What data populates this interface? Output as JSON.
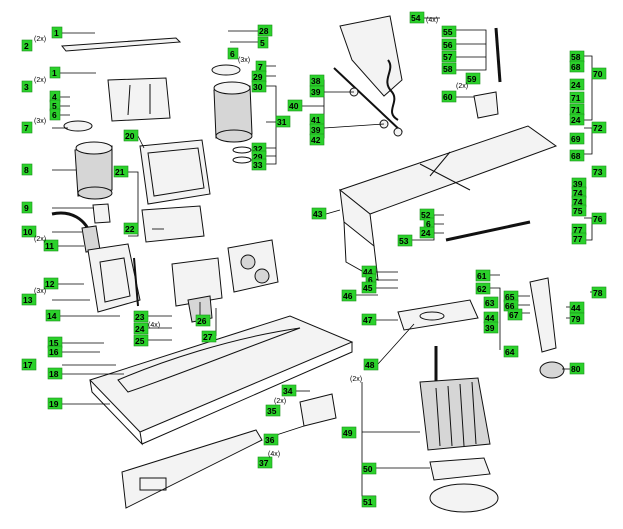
{
  "labels": [
    {
      "id": "1a",
      "text": "1"
    },
    {
      "id": "2",
      "text": "2"
    },
    {
      "id": "1b",
      "text": "1"
    },
    {
      "id": "3",
      "text": "3"
    },
    {
      "id": "4",
      "text": "4"
    },
    {
      "id": "5",
      "text": "5"
    },
    {
      "id": "6",
      "text": "6"
    },
    {
      "id": "7",
      "text": "7"
    },
    {
      "id": "8",
      "text": "8"
    },
    {
      "id": "9",
      "text": "9"
    },
    {
      "id": "10",
      "text": "10"
    },
    {
      "id": "11",
      "text": "11"
    },
    {
      "id": "12",
      "text": "12"
    },
    {
      "id": "13",
      "text": "13"
    },
    {
      "id": "14",
      "text": "14"
    },
    {
      "id": "15",
      "text": "15"
    },
    {
      "id": "16",
      "text": "16"
    },
    {
      "id": "17",
      "text": "17"
    },
    {
      "id": "18",
      "text": "18"
    },
    {
      "id": "19",
      "text": "19"
    },
    {
      "id": "20",
      "text": "20"
    },
    {
      "id": "21",
      "text": "21"
    },
    {
      "id": "22",
      "text": "22"
    },
    {
      "id": "23",
      "text": "23"
    },
    {
      "id": "24a",
      "text": "24"
    },
    {
      "id": "25",
      "text": "25"
    },
    {
      "id": "26",
      "text": "26"
    },
    {
      "id": "27",
      "text": "27"
    },
    {
      "id": "28",
      "text": "28"
    },
    {
      "id": "5b",
      "text": "5"
    },
    {
      "id": "6b",
      "text": "6"
    },
    {
      "id": "7b",
      "text": "7"
    },
    {
      "id": "29a",
      "text": "29"
    },
    {
      "id": "30",
      "text": "30"
    },
    {
      "id": "31",
      "text": "31"
    },
    {
      "id": "32",
      "text": "32"
    },
    {
      "id": "29b",
      "text": "29"
    },
    {
      "id": "33",
      "text": "33"
    },
    {
      "id": "34",
      "text": "34"
    },
    {
      "id": "35",
      "text": "35"
    },
    {
      "id": "36",
      "text": "36"
    },
    {
      "id": "37",
      "text": "37"
    },
    {
      "id": "38",
      "text": "38"
    },
    {
      "id": "39a",
      "text": "39"
    },
    {
      "id": "40",
      "text": "40"
    },
    {
      "id": "41",
      "text": "41"
    },
    {
      "id": "39b",
      "text": "39"
    },
    {
      "id": "42",
      "text": "42"
    },
    {
      "id": "43",
      "text": "43"
    },
    {
      "id": "44a",
      "text": "44"
    },
    {
      "id": "6c",
      "text": "6"
    },
    {
      "id": "45",
      "text": "45"
    },
    {
      "id": "46",
      "text": "46"
    },
    {
      "id": "47",
      "text": "47"
    },
    {
      "id": "48",
      "text": "48"
    },
    {
      "id": "49",
      "text": "49"
    },
    {
      "id": "50",
      "text": "50"
    },
    {
      "id": "51",
      "text": "51"
    },
    {
      "id": "52",
      "text": "52"
    },
    {
      "id": "6d",
      "text": "6"
    },
    {
      "id": "24b",
      "text": "24"
    },
    {
      "id": "53",
      "text": "53"
    },
    {
      "id": "54",
      "text": "54"
    },
    {
      "id": "55",
      "text": "55"
    },
    {
      "id": "56",
      "text": "56"
    },
    {
      "id": "57",
      "text": "57"
    },
    {
      "id": "58a",
      "text": "58"
    },
    {
      "id": "59",
      "text": "59"
    },
    {
      "id": "60",
      "text": "60"
    },
    {
      "id": "58b",
      "text": "58"
    },
    {
      "id": "68a",
      "text": "68"
    },
    {
      "id": "70",
      "text": "70"
    },
    {
      "id": "24c",
      "text": "24"
    },
    {
      "id": "71a",
      "text": "71"
    },
    {
      "id": "71b",
      "text": "71"
    },
    {
      "id": "24d",
      "text": "24"
    },
    {
      "id": "72",
      "text": "72"
    },
    {
      "id": "69",
      "text": "69"
    },
    {
      "id": "68b",
      "text": "68"
    },
    {
      "id": "73",
      "text": "73"
    },
    {
      "id": "39c",
      "text": "39"
    },
    {
      "id": "74a",
      "text": "74"
    },
    {
      "id": "74b",
      "text": "74"
    },
    {
      "id": "75",
      "text": "75"
    },
    {
      "id": "76",
      "text": "76"
    },
    {
      "id": "77a",
      "text": "77"
    },
    {
      "id": "77b",
      "text": "77"
    },
    {
      "id": "61",
      "text": "61"
    },
    {
      "id": "62",
      "text": "62"
    },
    {
      "id": "63",
      "text": "63"
    },
    {
      "id": "44b",
      "text": "44"
    },
    {
      "id": "39d",
      "text": "39"
    },
    {
      "id": "64",
      "text": "64"
    },
    {
      "id": "65",
      "text": "65"
    },
    {
      "id": "66",
      "text": "66"
    },
    {
      "id": "67",
      "text": "67"
    },
    {
      "id": "78",
      "text": "78"
    },
    {
      "id": "44c",
      "text": "44"
    },
    {
      "id": "79",
      "text": "79"
    },
    {
      "id": "80",
      "text": "80"
    },
    {
      "id": "54b",
      "text": "54"
    }
  ],
  "notes": [
    {
      "id": "n1",
      "text": "(2x)"
    },
    {
      "id": "n2",
      "text": "(2x)"
    },
    {
      "id": "n3",
      "text": "(3x)"
    },
    {
      "id": "n4",
      "text": "(2x)"
    },
    {
      "id": "n5",
      "text": "(3x)"
    },
    {
      "id": "n6",
      "text": "(4x)"
    },
    {
      "id": "n7",
      "text": "(3x)"
    },
    {
      "id": "n8",
      "text": "(2x)"
    },
    {
      "id": "n9",
      "text": "(4x)"
    },
    {
      "id": "n10",
      "text": "(4x)"
    },
    {
      "id": "n11",
      "text": "(2x)"
    },
    {
      "id": "n12",
      "text": "(2x)"
    }
  ]
}
